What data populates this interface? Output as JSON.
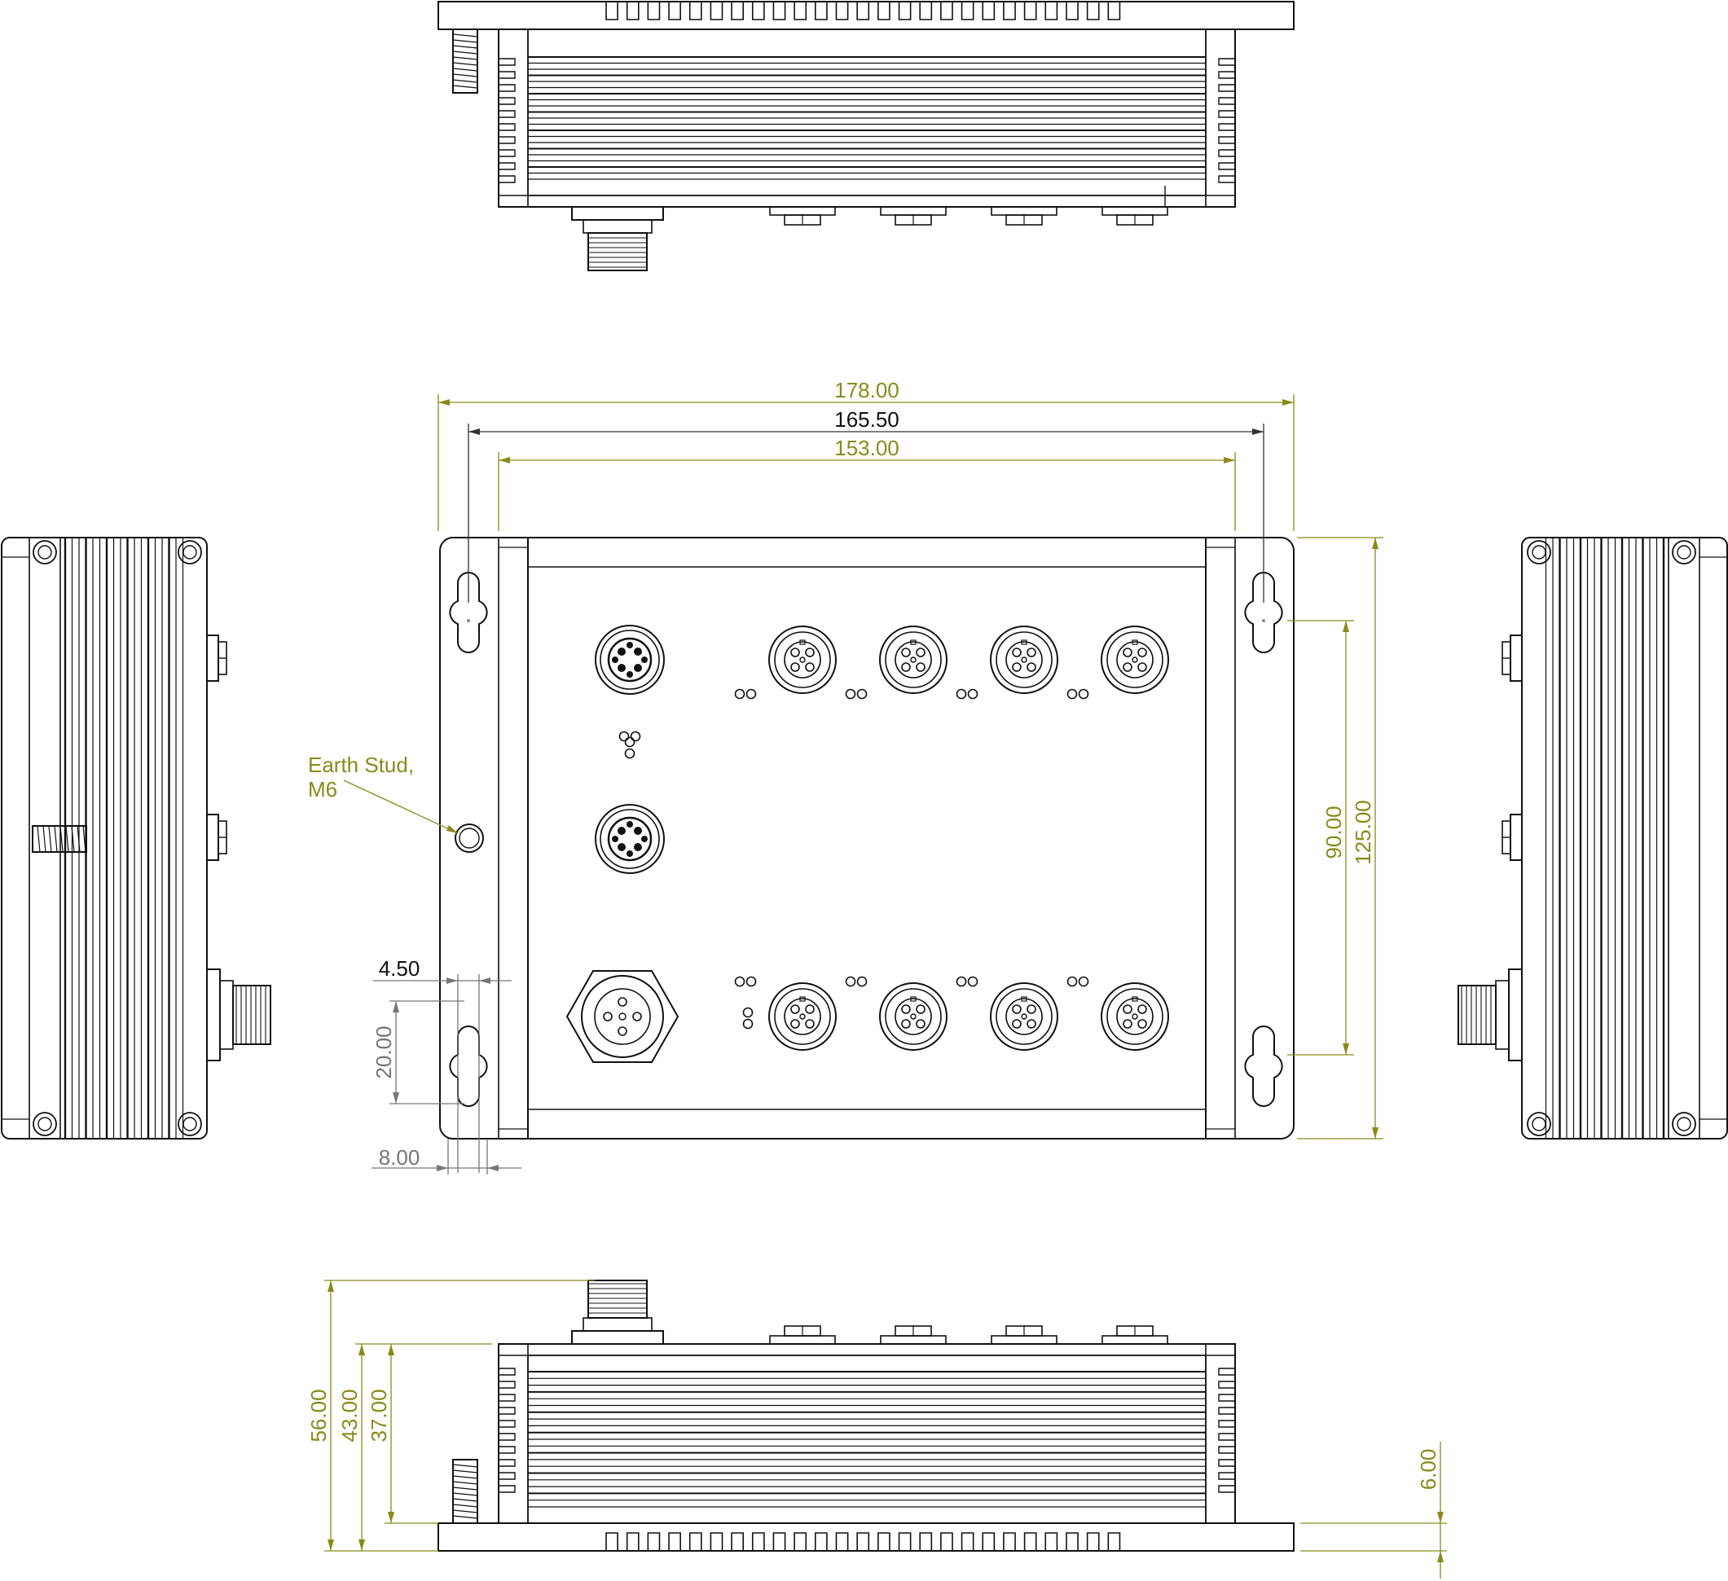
{
  "colors": {
    "outline": "#111111",
    "dimension_olive": "#8a8a1a",
    "dimension_gray": "#777777",
    "background": "#ffffff"
  },
  "dimensions": {
    "overall_width": "178.00",
    "hole_spacing_width": "165.50",
    "inner_width": "153.00",
    "hole_spacing_height": "90.00",
    "overall_height": "125.00",
    "slot_width": "4.50",
    "slot_length": "20.00",
    "slot_edge_offset": "8.00",
    "total_height": "56.00",
    "body_height": "43.00",
    "housing_height": "37.00",
    "flange_thickness": "6.00"
  },
  "callouts": {
    "earth_stud_line1": "Earth Stud,",
    "earth_stud_line2": "M6"
  },
  "views": [
    "top-view",
    "front-view",
    "left-side-view",
    "right-side-view",
    "bottom-view"
  ]
}
